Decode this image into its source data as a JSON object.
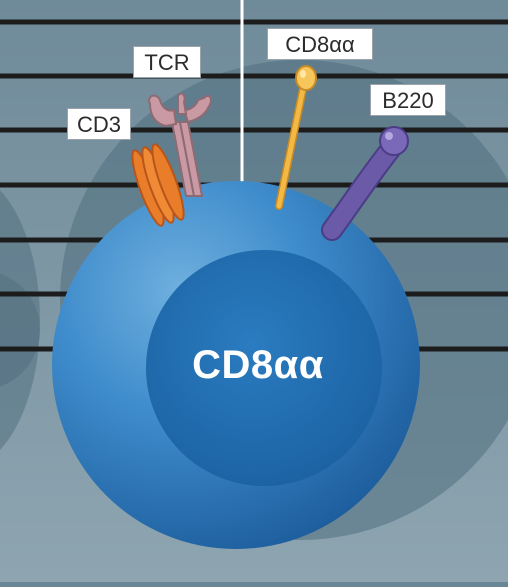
{
  "labels": {
    "tcr": "TCR",
    "cd3": "CD3",
    "cd8aa": "CD8αα",
    "b220": "B220"
  },
  "cell": {
    "name": "CD8αα"
  },
  "colors": {
    "background": "#6a8797",
    "cell_outer": "#2f78b8",
    "cell_inner": "#1f66a6",
    "tcr": "#c99aa4",
    "cd3": "#ea7d2a",
    "cd8aa": "#f3b944",
    "b220": "#6a5aa8",
    "stripes": "#1c1c1c"
  }
}
